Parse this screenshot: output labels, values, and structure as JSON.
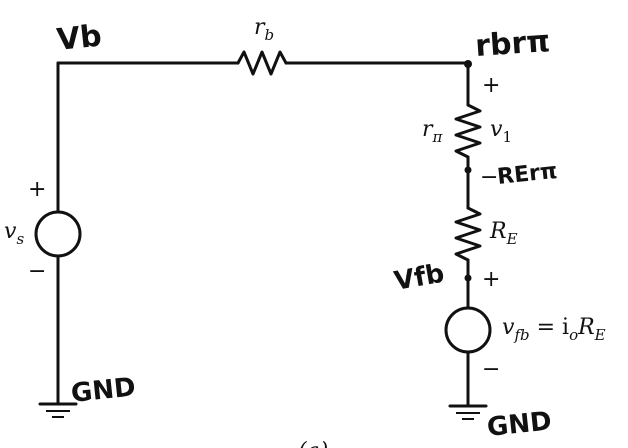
{
  "components": {
    "rb_label": "r",
    "rb_sub": "b",
    "rpi_label": "r",
    "rpi_sub": "π",
    "v1_label": "v",
    "v1_sub": "1",
    "re_label": "R",
    "re_sub": "E",
    "vs_label": "v",
    "vs_sub": "s",
    "vfb_label": "v",
    "vfb_sub": "fb",
    "vfb_eq": " = i",
    "vfb_io_sub": "o",
    "vfb_R": "R",
    "vfb_R_sub": "E"
  },
  "signs": {
    "vs_plus": "+",
    "vs_minus": "−",
    "v1_plus": "+",
    "v1_minus": "−",
    "vfb_plus": "+",
    "vfb_minus": "−"
  },
  "handwritten": {
    "top_left": "Vb",
    "top_right": "rbrπ",
    "mid_right": "RErπ",
    "left_mid": "Vfb",
    "gnd_left": "GND",
    "gnd_right": "GND"
  },
  "caption": "(a)"
}
